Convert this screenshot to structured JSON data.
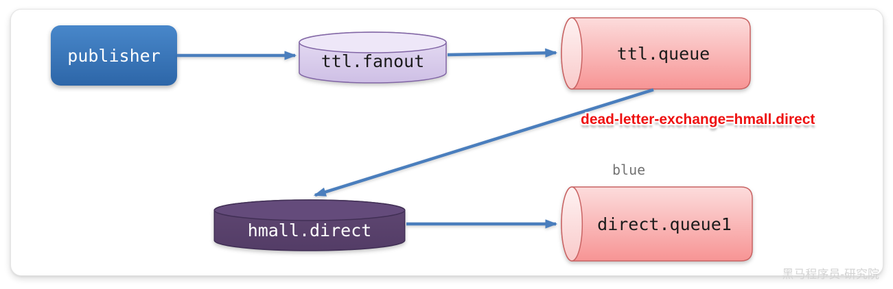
{
  "diagram": {
    "nodes": {
      "publisher": {
        "label": "publisher"
      },
      "ttl_fanout": {
        "label": "ttl.fanout"
      },
      "ttl_queue": {
        "label": "ttl.queue"
      },
      "hmall_direct": {
        "label": "hmall.direct"
      },
      "direct_queue1": {
        "label": "direct.queue1"
      }
    },
    "annotations": {
      "dead_letter": "dead-letter-exchange=hmall.direct",
      "routing_key": "blue"
    },
    "watermark": "黑马程序员-研究院"
  },
  "theme": {
    "arrow": "#4a7ebd",
    "panel_border": "#e4e4e4",
    "node_label_dark": "#1b1b1b",
    "node_label_light": "#ffffff",
    "publisher_grad_top": "#4887ca",
    "publisher_grad_bottom": "#2d66a8",
    "fanout_body_top": "#e7def4",
    "fanout_body_bottom": "#cebfe5",
    "fanout_cap": "#eee7f8",
    "fanout_border": "#8165a5",
    "queue_body_top": "#fcdcdc",
    "queue_body_bottom": "#f79494",
    "queue_cap_top": "#fef2f2",
    "queue_cap_bottom": "#f9caca",
    "queue_border": "#c96363",
    "direct_body_top": "#604873",
    "direct_body_bottom": "#533c66",
    "direct_cap": "#644b7b",
    "direct_border": "#412f55",
    "dead_letter_text": "#ee1111",
    "routing_key_text": "#737373",
    "watermark_text": "#d3d3d3"
  }
}
